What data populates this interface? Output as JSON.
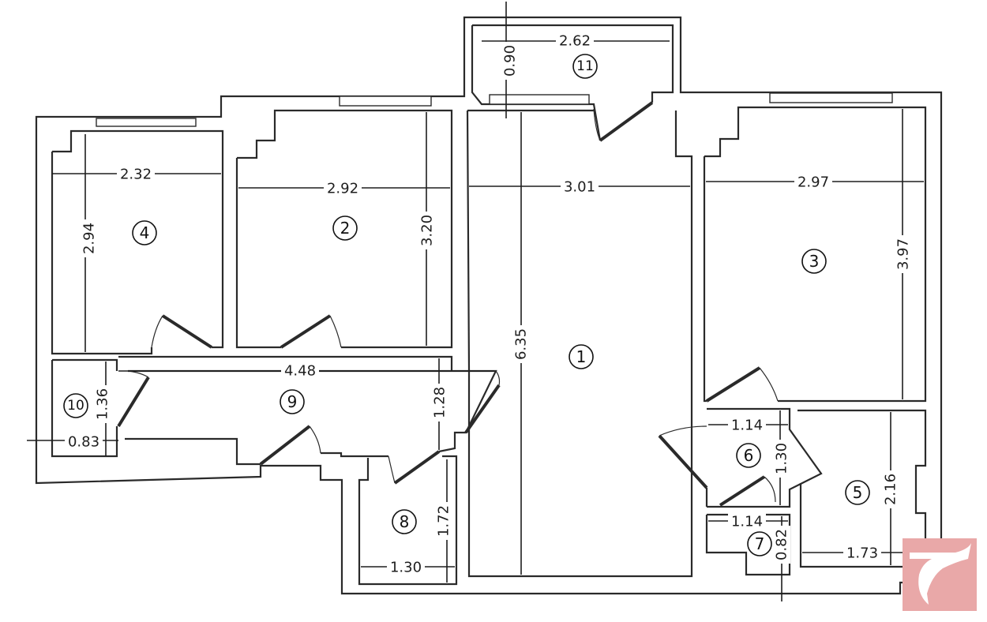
{
  "rooms": [
    {
      "id": "room-1",
      "number": "1"
    },
    {
      "id": "room-2",
      "number": "2"
    },
    {
      "id": "room-3",
      "number": "3"
    },
    {
      "id": "room-4",
      "number": "4"
    },
    {
      "id": "room-5",
      "number": "5"
    },
    {
      "id": "room-6",
      "number": "6"
    },
    {
      "id": "room-7",
      "number": "7"
    },
    {
      "id": "room-8",
      "number": "8"
    },
    {
      "id": "room-9",
      "number": "9"
    },
    {
      "id": "room-10",
      "number": "10"
    },
    {
      "id": "room-11",
      "number": "11"
    }
  ],
  "dimensions": [
    {
      "id": "dim-11-width",
      "value": "2.62"
    },
    {
      "id": "dim-11-depth",
      "value": "0.90"
    },
    {
      "id": "dim-4-width",
      "value": "2.32"
    },
    {
      "id": "dim-4-depth",
      "value": "2.94"
    },
    {
      "id": "dim-2-width",
      "value": "2.92"
    },
    {
      "id": "dim-2-depth",
      "value": "3.20"
    },
    {
      "id": "dim-1-width",
      "value": "3.01"
    },
    {
      "id": "dim-1-depth",
      "value": "6.35"
    },
    {
      "id": "dim-3-width",
      "value": "2.97"
    },
    {
      "id": "dim-3-depth",
      "value": "3.97"
    },
    {
      "id": "dim-9-width",
      "value": "4.48"
    },
    {
      "id": "dim-9-depth",
      "value": "1.28"
    },
    {
      "id": "dim-10-depth",
      "value": "1.36"
    },
    {
      "id": "dim-10-width",
      "value": "0.83"
    },
    {
      "id": "dim-8-depth",
      "value": "1.72"
    },
    {
      "id": "dim-8-width",
      "value": "1.30"
    },
    {
      "id": "dim-6-width",
      "value": "1.14"
    },
    {
      "id": "dim-6-depth",
      "value": "1.30"
    },
    {
      "id": "dim-7-width",
      "value": "1.14"
    },
    {
      "id": "dim-7-depth",
      "value": "0.82"
    },
    {
      "id": "dim-5-depth",
      "value": "2.16"
    },
    {
      "id": "dim-5-width",
      "value": "1.73"
    }
  ],
  "colors": {
    "logo": "#e9a8a8",
    "ink": "#2a2a2a"
  },
  "icons": {
    "logo": "bird-logo-icon"
  }
}
